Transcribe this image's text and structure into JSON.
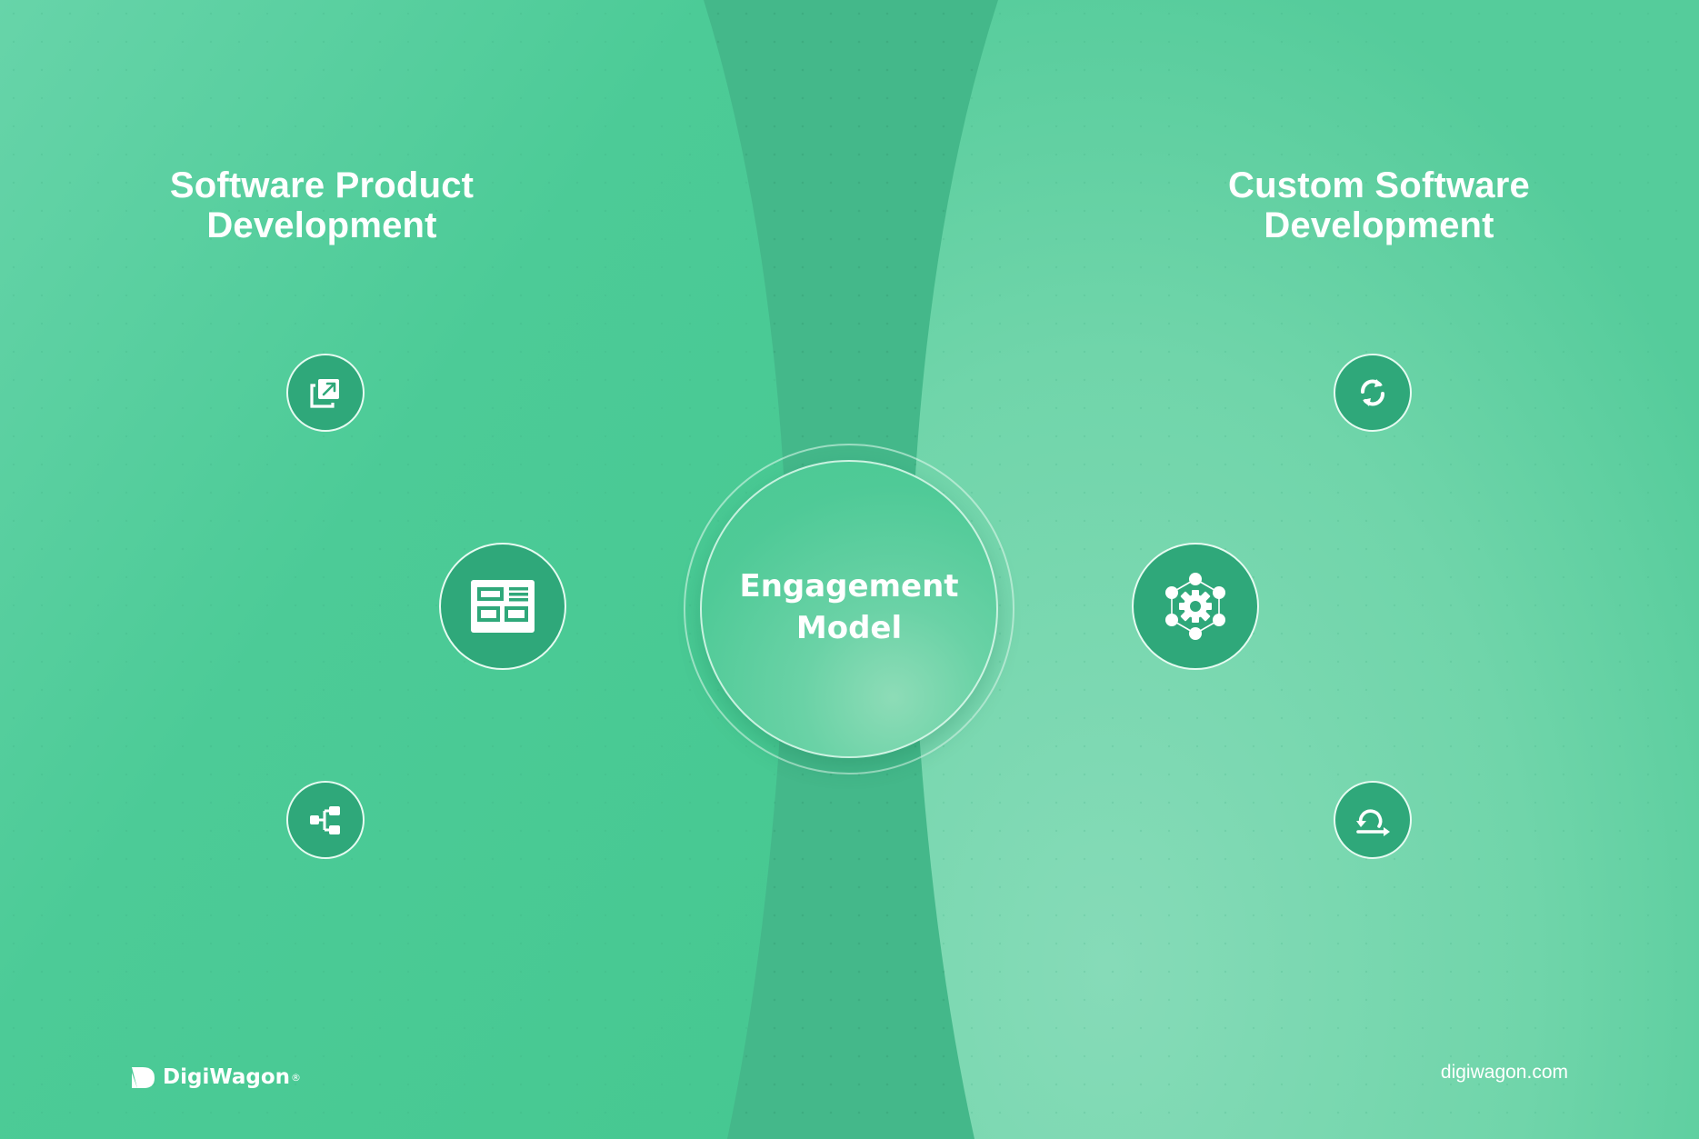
{
  "left_column": {
    "title_line1": "Software Product",
    "title_line2": "Development",
    "icons": [
      "external-link-icon",
      "dashboard-layout-icon",
      "hierarchy-icon"
    ]
  },
  "right_column": {
    "title_line1": "Custom Software",
    "title_line2": "Development",
    "icons": [
      "sync-icon",
      "gear-network-icon",
      "agile-cycle-icon"
    ]
  },
  "center": {
    "line1": "Engagement",
    "line2": "Model"
  },
  "footer": {
    "brand_name": "DigiWagon",
    "brand_mark": "®",
    "website": "digiwagon.com"
  },
  "colors": {
    "left_panel": "#4ccb97",
    "right_panel": "#74d6ae",
    "center_band": "#44b88a",
    "node_fill": "#2fa87a",
    "text": "#ffffff"
  }
}
